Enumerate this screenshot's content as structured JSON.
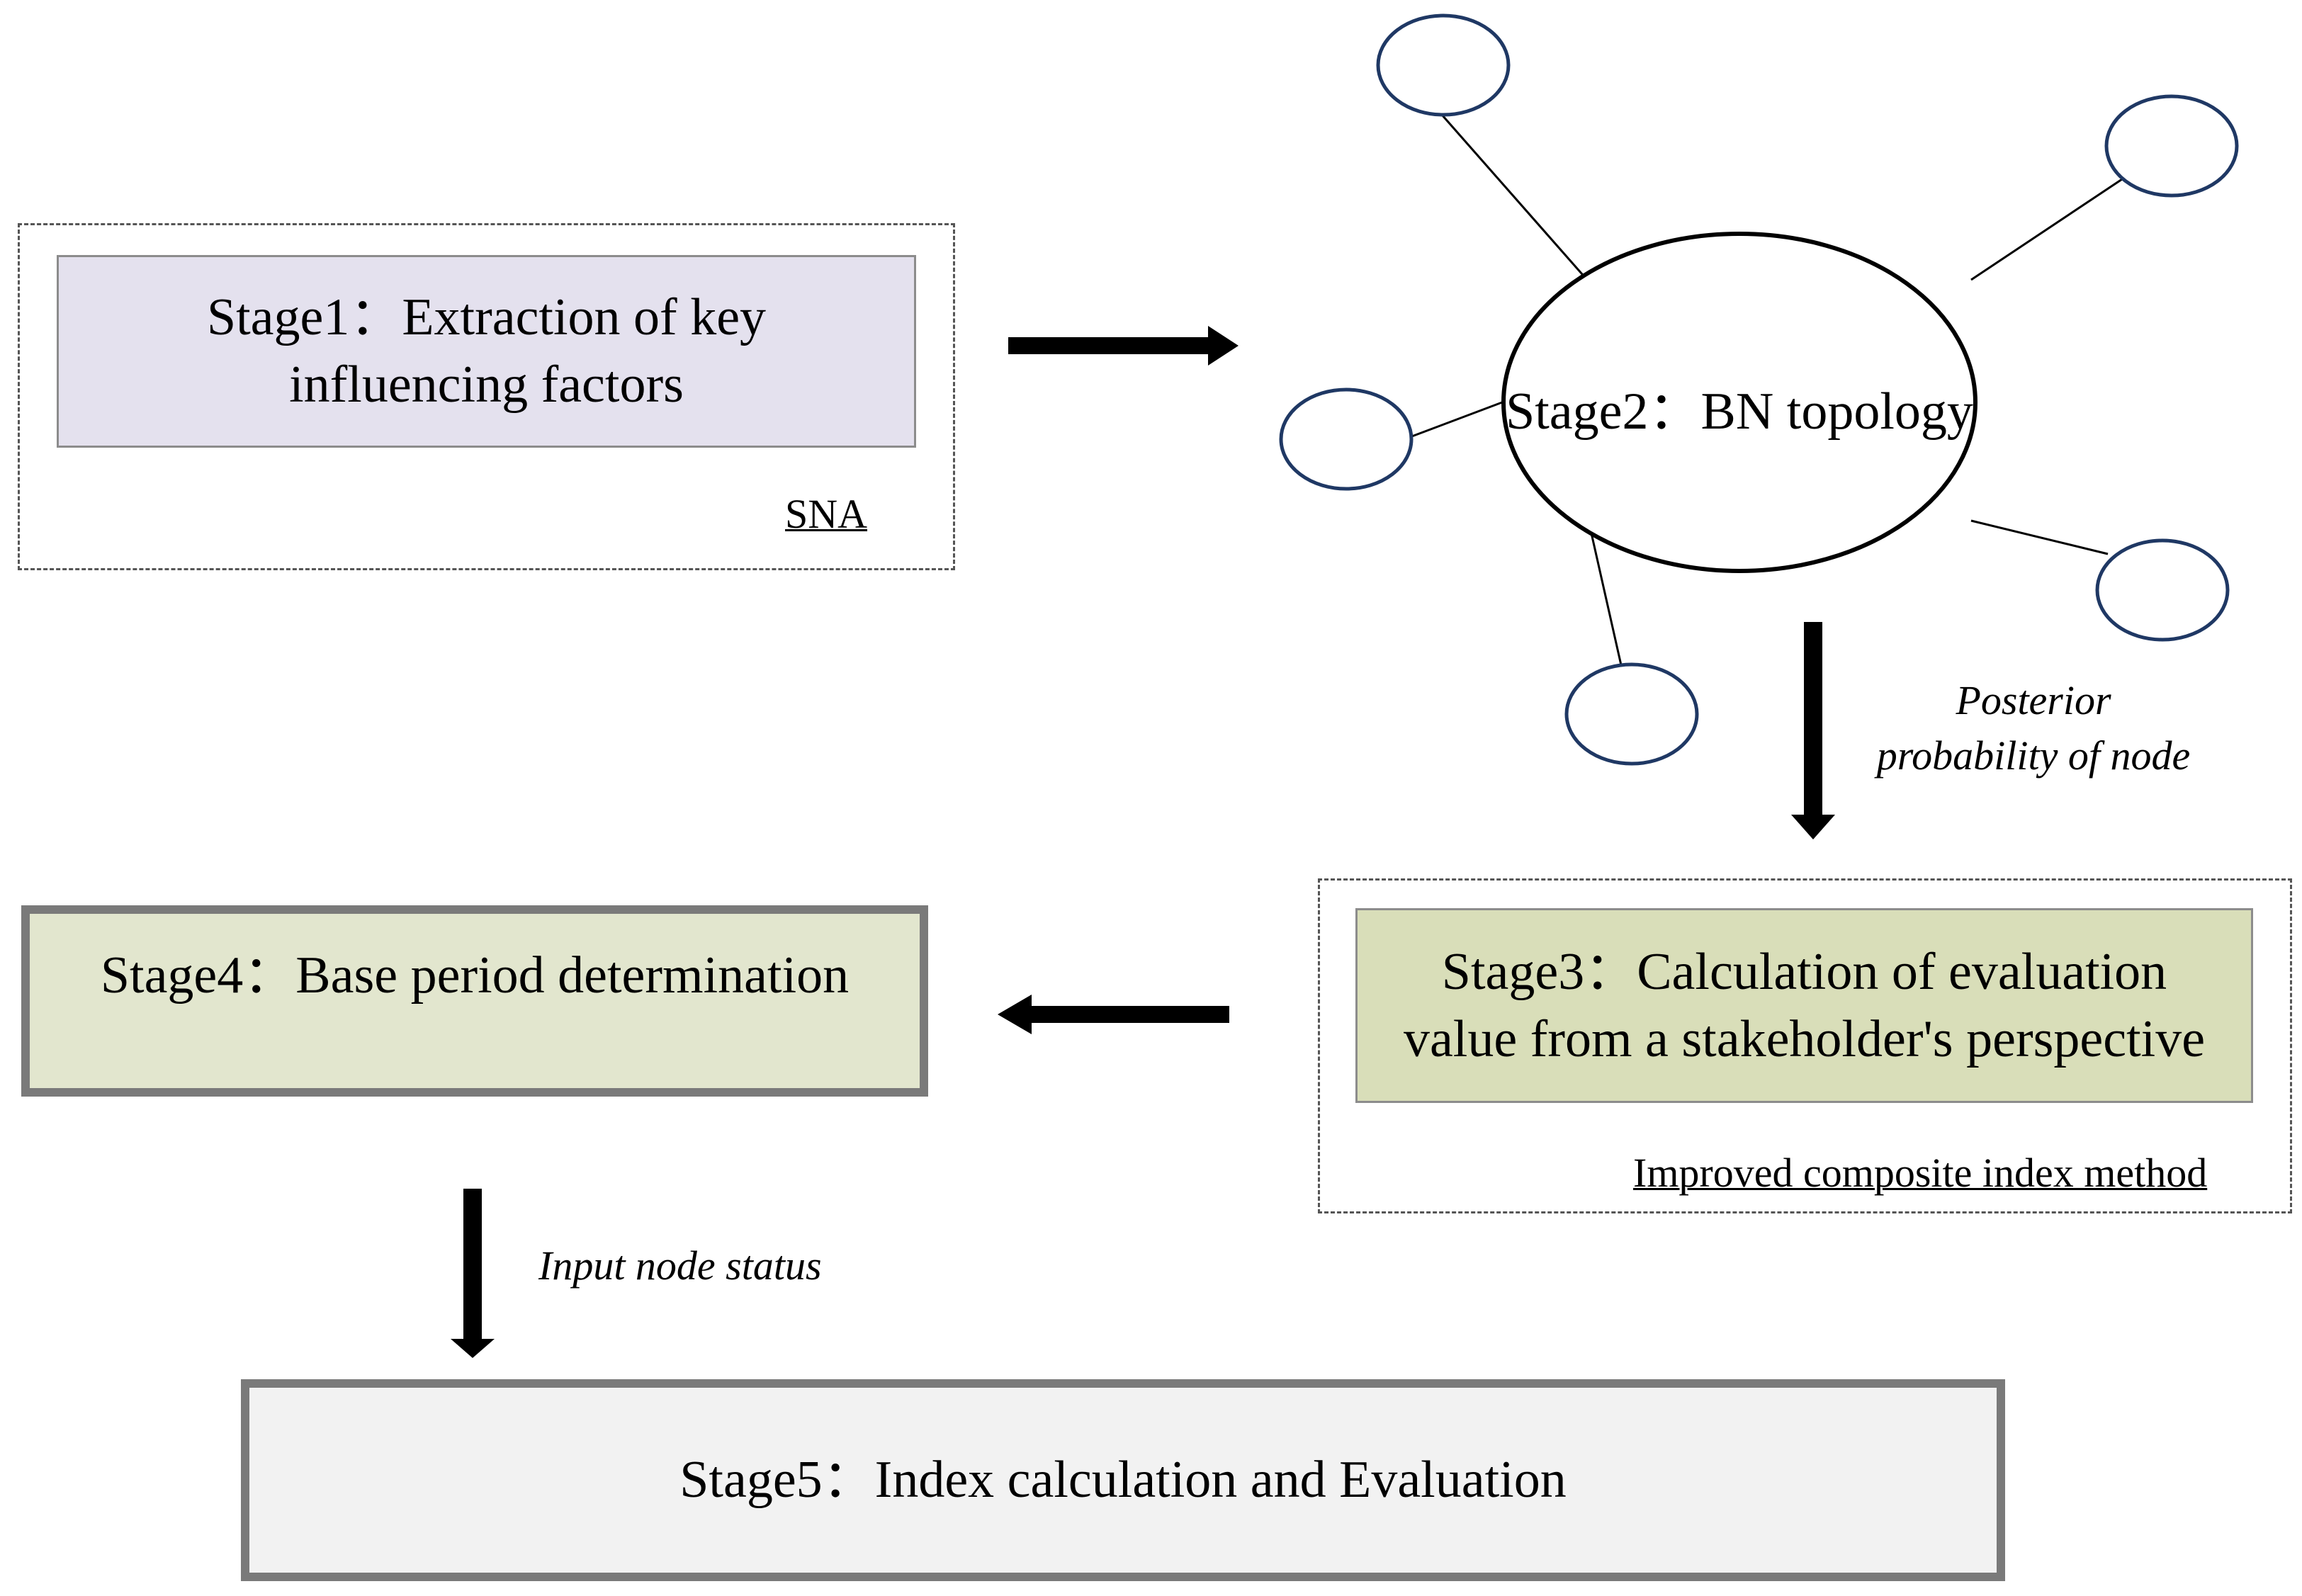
{
  "stages": {
    "stage1": "Stage1：Extraction of key\ninfluencing factors",
    "stage2": "Stage2：BN topology",
    "stage3": "Stage3：Calculation of  evaluation\nvalue from a stakeholder's perspective",
    "stage4": "Stage4：Base period determination",
    "stage5": "Stage5：Index calculation and Evaluation"
  },
  "methods": {
    "stage1": "SNA",
    "stage3": "Improved composite index method"
  },
  "notes": {
    "posterior": "Posterior\nprobability of node",
    "input": "Input node status"
  },
  "colors": {
    "stage1_fill": "#e4e1ee",
    "stage3_fill": "#d9deb9",
    "stage4_fill": "#e2e6ce",
    "stage5_fill": "#f2f2f2",
    "node_stroke": "#1f3864"
  }
}
